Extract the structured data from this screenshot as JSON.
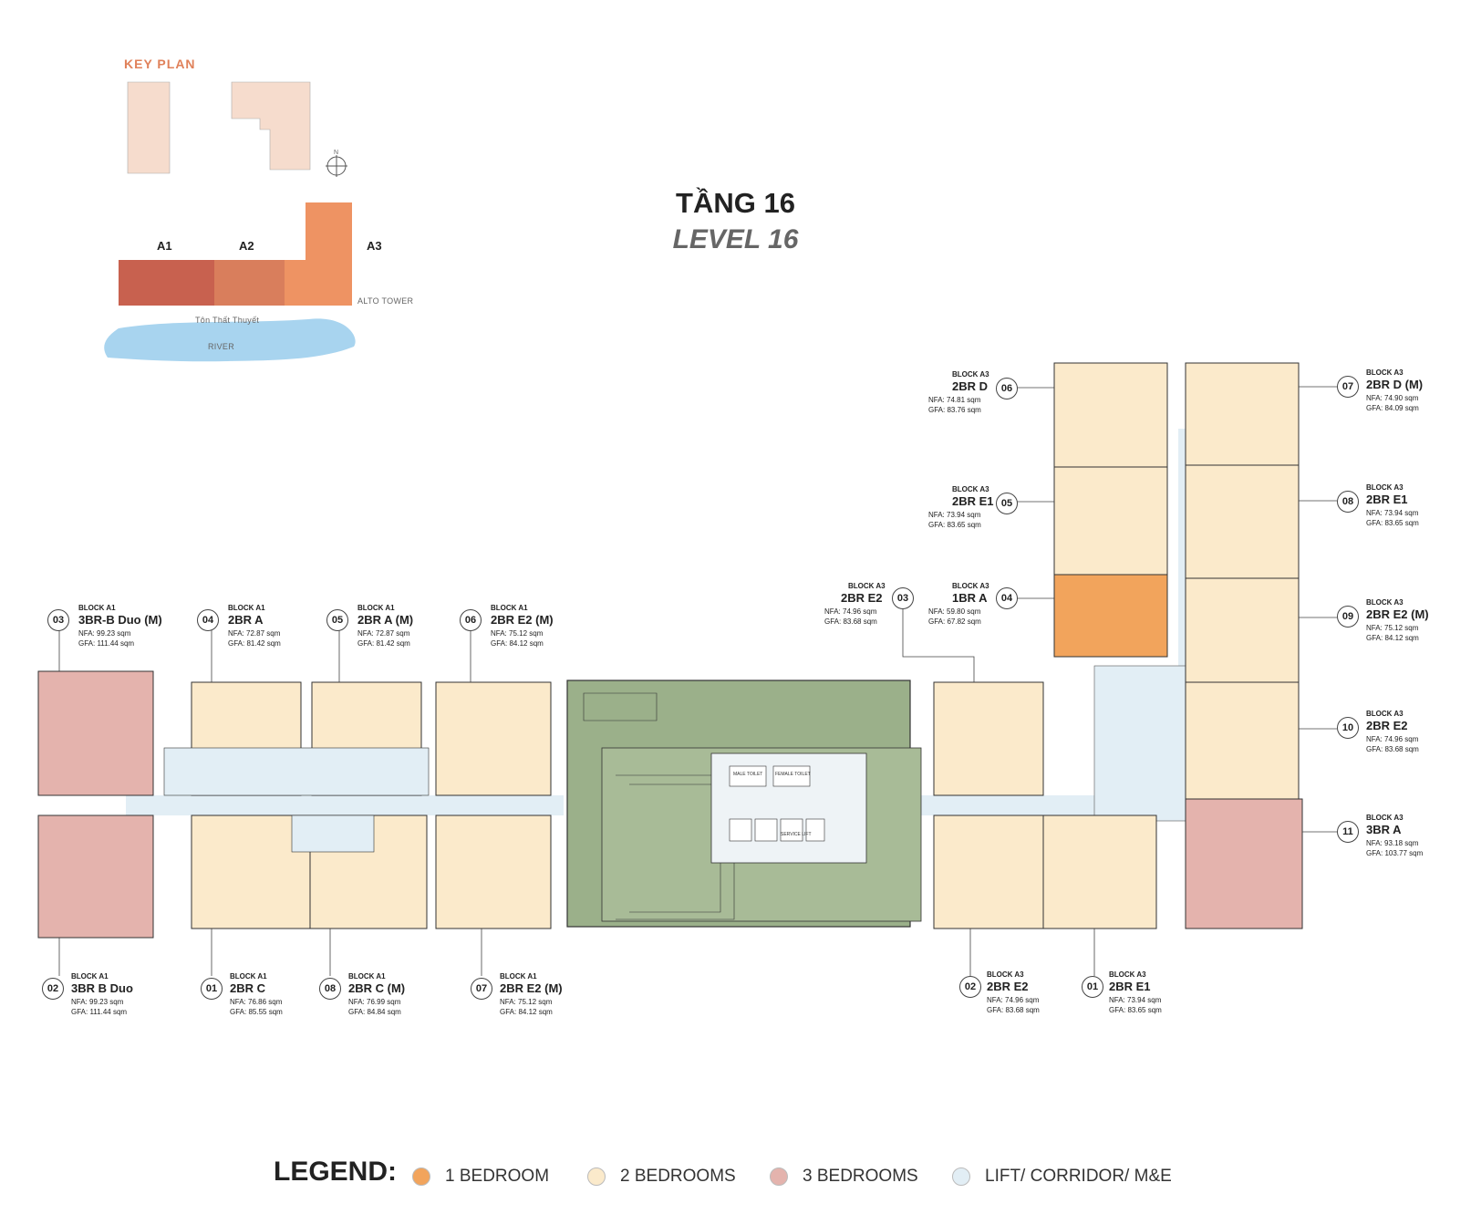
{
  "key_plan": {
    "title": "KEY PLAN",
    "blocks": [
      "A1",
      "A2",
      "A3"
    ],
    "tower_label": "ALTO TOWER",
    "street_label": "Tôn Thất Thuyết",
    "river_label": "RIVER",
    "north_label": "N"
  },
  "title": {
    "vietnamese": "TẦNG 16",
    "english": "LEVEL 16"
  },
  "colors": {
    "one_bedroom": "#f2a45c",
    "two_bedrooms": "#fbeacb",
    "three_bedrooms": "#e4b3ad",
    "corridor": "#e2eef5",
    "amenity": "#9bb08a",
    "key_a1": "#c8614f",
    "key_a2": "#d97e5c",
    "key_a3": "#ee9363",
    "river": "#a8d4ef"
  },
  "units": [
    {
      "num": "03",
      "block": "BLOCK A1",
      "type": "3BR-B Duo (M)",
      "nfa": "NFA: 99.23 sqm",
      "gfa": "GFA: 111.44 sqm"
    },
    {
      "num": "04",
      "block": "BLOCK A1",
      "type": "2BR A",
      "nfa": "NFA: 72.87 sqm",
      "gfa": "GFA: 81.42 sqm"
    },
    {
      "num": "05",
      "block": "BLOCK A1",
      "type": "2BR A (M)",
      "nfa": "NFA: 72.87 sqm",
      "gfa": "GFA: 81.42 sqm"
    },
    {
      "num": "06",
      "block": "BLOCK A1",
      "type": "2BR E2 (M)",
      "nfa": "NFA: 75.12 sqm",
      "gfa": "GFA: 84.12 sqm"
    },
    {
      "num": "02",
      "block": "BLOCK A1",
      "type": "3BR B Duo",
      "nfa": "NFA: 99.23 sqm",
      "gfa": "GFA: 111.44 sqm"
    },
    {
      "num": "01",
      "block": "BLOCK A1",
      "type": "2BR C",
      "nfa": "NFA: 76.86 sqm",
      "gfa": "GFA: 85.55 sqm"
    },
    {
      "num": "08",
      "block": "BLOCK A1",
      "type": "2BR C (M)",
      "nfa": "NFA: 76.99 sqm",
      "gfa": "GFA: 84.84 sqm"
    },
    {
      "num": "07",
      "block": "BLOCK A1",
      "type": "2BR E2 (M)",
      "nfa": "NFA: 75.12 sqm",
      "gfa": "GFA: 84.12 sqm"
    },
    {
      "num": "06",
      "block": "BLOCK A3",
      "type": "2BR D",
      "nfa": "NFA: 74.81 sqm",
      "gfa": "GFA: 83.76 sqm"
    },
    {
      "num": "05",
      "block": "BLOCK A3",
      "type": "2BR E1",
      "nfa": "NFA: 73.94 sqm",
      "gfa": "GFA: 83.65 sqm"
    },
    {
      "num": "03",
      "block": "BLOCK A3",
      "type": "2BR E2",
      "nfa": "NFA: 74.96 sqm",
      "gfa": "GFA: 83.68 sqm"
    },
    {
      "num": "04",
      "block": "BLOCK A3",
      "type": "1BR A",
      "nfa": "NFA: 59.80 sqm",
      "gfa": "GFA: 67.82 sqm"
    },
    {
      "num": "07",
      "block": "BLOCK A3",
      "type": "2BR D (M)",
      "nfa": "NFA: 74.90 sqm",
      "gfa": "GFA: 84.09 sqm"
    },
    {
      "num": "08",
      "block": "BLOCK A3",
      "type": "2BR E1",
      "nfa": "NFA: 73.94 sqm",
      "gfa": "GFA: 83.65 sqm"
    },
    {
      "num": "09",
      "block": "BLOCK A3",
      "type": "2BR E2 (M)",
      "nfa": "NFA: 75.12 sqm",
      "gfa": "GFA: 84.12 sqm"
    },
    {
      "num": "10",
      "block": "BLOCK A3",
      "type": "2BR E2",
      "nfa": "NFA: 74.96 sqm",
      "gfa": "GFA: 83.68 sqm"
    },
    {
      "num": "11",
      "block": "BLOCK A3",
      "type": "3BR A",
      "nfa": "NFA: 93.18 sqm",
      "gfa": "GFA: 103.77 sqm"
    },
    {
      "num": "02",
      "block": "BLOCK A3",
      "type": "2BR E2",
      "nfa": "NFA: 74.96 sqm",
      "gfa": "GFA: 83.68 sqm"
    },
    {
      "num": "01",
      "block": "BLOCK A3",
      "type": "2BR E1",
      "nfa": "NFA: 73.94 sqm",
      "gfa": "GFA: 83.65 sqm"
    }
  ],
  "core_labels": {
    "male_toilet": "MALE TOILET",
    "female_toilet": "FEMALE TOILET",
    "service_lift": "SERVICE LIFT"
  },
  "legend": {
    "title": "LEGEND:",
    "items": [
      {
        "label": "1 BEDROOM",
        "color": "#f2a45c"
      },
      {
        "label": "2 BEDROOMS",
        "color": "#fbeacb"
      },
      {
        "label": "3 BEDROOMS",
        "color": "#e4b3ad"
      },
      {
        "label": "LIFT/ CORRIDOR/ M&E",
        "color": "#e2eef5"
      }
    ]
  }
}
